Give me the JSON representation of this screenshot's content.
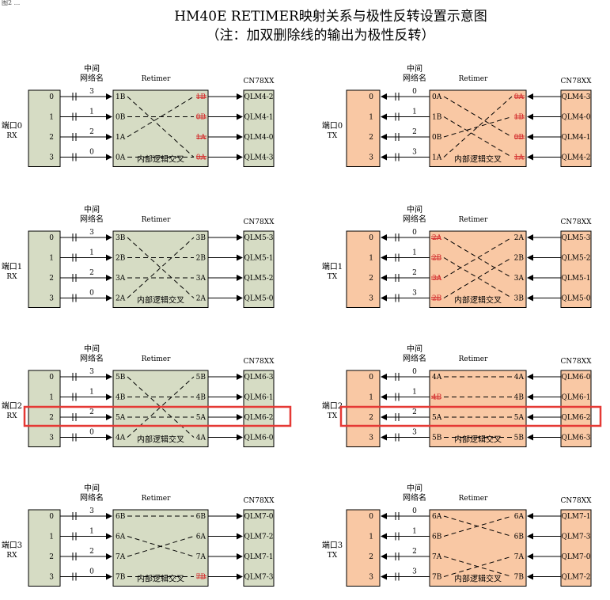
{
  "colors": {
    "rx_fill": "#d6dcc4",
    "tx_fill": "#f9c8a4",
    "border_green": "#c8f0cc",
    "highlight": "#e53935",
    "strike": "#d32f2f"
  },
  "caption_partial": "图2  ...",
  "title": "HM40E RETIMER映射关系与极性反转设置示意图",
  "subtitle": "（注：加双删除线的输出为极性反转）",
  "labels": {
    "middle_net": "中间",
    "middle_net2": "网络名",
    "retimer": "Retimer",
    "cn": "CN78XX",
    "logic": "内部逻辑交叉"
  },
  "panels": [
    {
      "id": "p0rx",
      "kind": "rx",
      "port": "端口0",
      "dir": "RX",
      "nets": [
        "3",
        "1",
        "2",
        "0"
      ],
      "left": [
        "1B",
        "0B",
        "1A",
        "0A"
      ],
      "right": [
        {
          "t": "1B",
          "s": true
        },
        {
          "t": "0B",
          "s": true
        },
        {
          "t": "1A",
          "s": true
        },
        {
          "t": "0A",
          "s": true
        }
      ],
      "qlm": [
        "QLM4-2",
        "QLM4-1",
        "QLM4-0",
        "QLM4-3"
      ]
    },
    {
      "id": "p0tx",
      "kind": "tx",
      "port": "端口0",
      "dir": "TX",
      "nets": [
        "0",
        "1",
        "2",
        "3"
      ],
      "left": [
        "0A",
        "1B",
        "0B",
        "1A"
      ],
      "right": [
        {
          "t": "0A",
          "s": true
        },
        {
          "t": "1B",
          "s": true
        },
        {
          "t": "0B",
          "s": true
        },
        {
          "t": "1A",
          "s": true
        }
      ],
      "qlm": [
        "QLM4-3",
        "QLM4-0",
        "QLM4-1",
        "QLM4-2"
      ]
    },
    {
      "id": "p1rx",
      "kind": "rx",
      "port": "端口1",
      "dir": "RX",
      "nets": [
        "3",
        "1",
        "2",
        "0"
      ],
      "left": [
        "3B",
        "2B",
        "3A",
        "2A"
      ],
      "right": [
        {
          "t": "3B",
          "s": false
        },
        {
          "t": "2B",
          "s": false
        },
        {
          "t": "3A",
          "s": false
        },
        {
          "t": "2A",
          "s": false
        }
      ],
      "qlm": [
        "QLM5-3",
        "QLM5-1",
        "QLM5-2",
        "QLM5-0"
      ]
    },
    {
      "id": "p1tx",
      "kind": "tx",
      "port": "端口1",
      "dir": "TX",
      "nets": [
        "0",
        "1",
        "2",
        "3"
      ],
      "left": [
        {
          "t": "2A",
          "s": true
        },
        {
          "t": "2B",
          "s": true
        },
        {
          "t": "3A",
          "s": true
        },
        {
          "t": "2B",
          "s": true
        }
      ],
      "right": [
        {
          "t": "2A",
          "s": false
        },
        {
          "t": "2B",
          "s": false
        },
        {
          "t": "3A",
          "s": false
        },
        {
          "t": "3B",
          "s": false
        }
      ],
      "qlm": [
        "QLM5-3",
        "QLM5-2",
        "QLM5-1",
        "QLM5-0"
      ]
    },
    {
      "id": "p2rx",
      "kind": "rx",
      "port": "端口2",
      "dir": "RX",
      "nets": [
        "3",
        "1",
        "2",
        "0"
      ],
      "left": [
        "5B",
        "4B",
        "5A",
        "4A"
      ],
      "right": [
        {
          "t": "5B",
          "s": false
        },
        {
          "t": "4B",
          "s": false
        },
        {
          "t": "5A",
          "s": false
        },
        {
          "t": "4A",
          "s": false
        }
      ],
      "qlm": [
        "QLM6-3",
        "QLM6-1",
        "QLM6-2",
        "QLM6-0"
      ]
    },
    {
      "id": "p2tx",
      "kind": "tx",
      "port": "端口2",
      "dir": "TX",
      "nets": [
        "0",
        "1",
        "2",
        "3"
      ],
      "left": [
        {
          "t": "4A",
          "s": false
        },
        {
          "t": "4B",
          "s": true
        },
        {
          "t": "5A",
          "s": false
        },
        {
          "t": "5B",
          "s": false
        }
      ],
      "right": [
        {
          "t": "4A",
          "s": false
        },
        {
          "t": "4B",
          "s": false
        },
        {
          "t": "5A",
          "s": false
        },
        {
          "t": "5B",
          "s": false
        }
      ],
      "qlm": [
        "QLM6-0",
        "QLM6-1",
        "QLM6-2",
        "QLM6-3"
      ]
    },
    {
      "id": "p3rx",
      "kind": "rx",
      "port": "端口3",
      "dir": "RX",
      "nets": [
        "3",
        "1",
        "2",
        "0"
      ],
      "left": [
        "6B",
        "6A",
        "7A",
        "7B"
      ],
      "right": [
        {
          "t": "6B",
          "s": false
        },
        {
          "t": "6A",
          "s": false
        },
        {
          "t": "7A",
          "s": false
        },
        {
          "t": "7B",
          "s": true
        }
      ],
      "qlm": [
        "QLM7-0",
        "QLM7-2",
        "QLM7-1",
        "QLM7-3"
      ]
    },
    {
      "id": "p3tx",
      "kind": "tx",
      "port": "端口3",
      "dir": "TX",
      "nets": [
        "0",
        "1",
        "2",
        "3"
      ],
      "left": [
        "6A",
        "6B",
        "7A",
        "7B"
      ],
      "right": [
        {
          "t": "6A",
          "s": false
        },
        {
          "t": "6B",
          "s": false
        },
        {
          "t": "7A",
          "s": false
        },
        {
          "t": "7B",
          "s": false
        }
      ],
      "qlm": [
        "QLM7-1",
        "QLM7-3",
        "QLM7-0",
        "QLM7-2"
      ]
    }
  ]
}
